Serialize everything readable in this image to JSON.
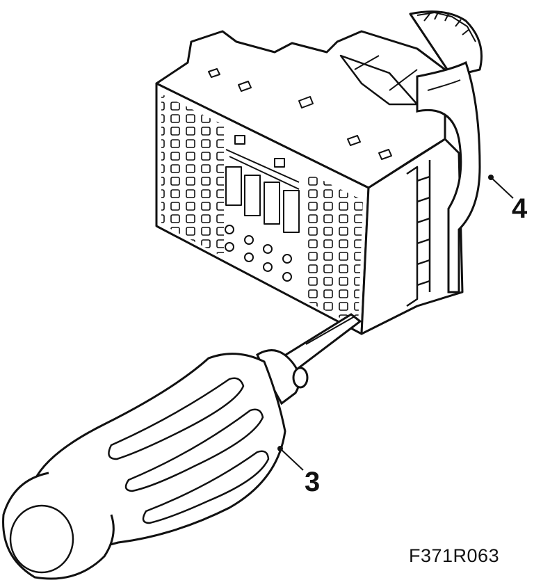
{
  "figure": {
    "callouts": [
      {
        "number": "4",
        "target": "connector-lock-clip"
      },
      {
        "number": "3",
        "target": "screwdriver"
      }
    ],
    "figure_code": "F371R063"
  },
  "colors": {
    "ink": "#111111",
    "paper": "#ffffff"
  },
  "icons": {
    "connector": "connector-housing-icon",
    "tool": "screwdriver-icon"
  }
}
